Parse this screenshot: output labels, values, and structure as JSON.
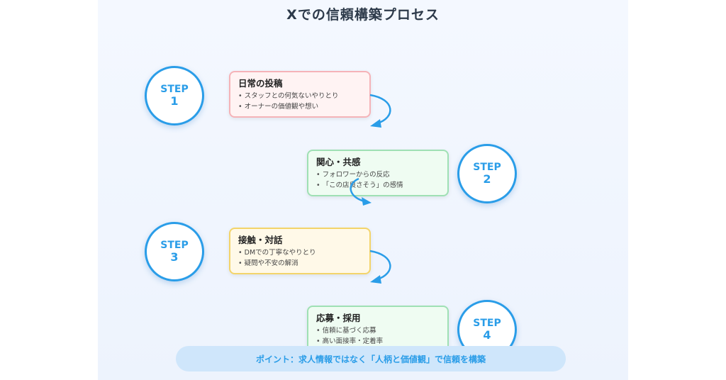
{
  "title": "Xでの信頼構築プロセス",
  "colors": {
    "accent": "#2a9de8",
    "step1_border": "#f5b3b8",
    "step2_border": "#9fe0b4",
    "step3_border": "#f3d46a",
    "step4_border": "#9fe0b4"
  },
  "steps": [
    {
      "badge": "STEP",
      "num": "1",
      "title": "日常の投稿",
      "items": [
        "スタッフとの何気ないやりとり",
        "オーナーの価値観や想い"
      ]
    },
    {
      "badge": "STEP",
      "num": "2",
      "title": "関心・共感",
      "items": [
        "フォロワーからの反応",
        "「この店良さそう」の感情"
      ]
    },
    {
      "badge": "STEP",
      "num": "3",
      "title": "接触・対話",
      "items": [
        "DMでの丁寧なやりとり",
        "疑問や不安の解消"
      ]
    },
    {
      "badge": "STEP",
      "num": "4",
      "title": "応募・採用",
      "items": [
        "信頼に基づく応募",
        "高い面接率・定着率"
      ]
    }
  ],
  "note": "ポイント：求人情報ではなく「人柄と価値観」で信頼を構築"
}
